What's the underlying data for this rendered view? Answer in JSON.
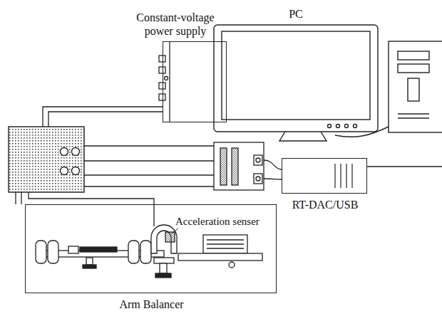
{
  "diagram": {
    "nodes": [
      {
        "text": [
          "Constant-voltage power supply"
        ]
      },
      {
        "text": [
          "PC"
        ]
      },
      {
        "text": [
          "RT-DAC/USB"
        ]
      },
      {
        "text": [
          "Arm Balancer"
        ]
      }
    ],
    "labels": [
      "Acceleration senser"
    ]
  }
}
